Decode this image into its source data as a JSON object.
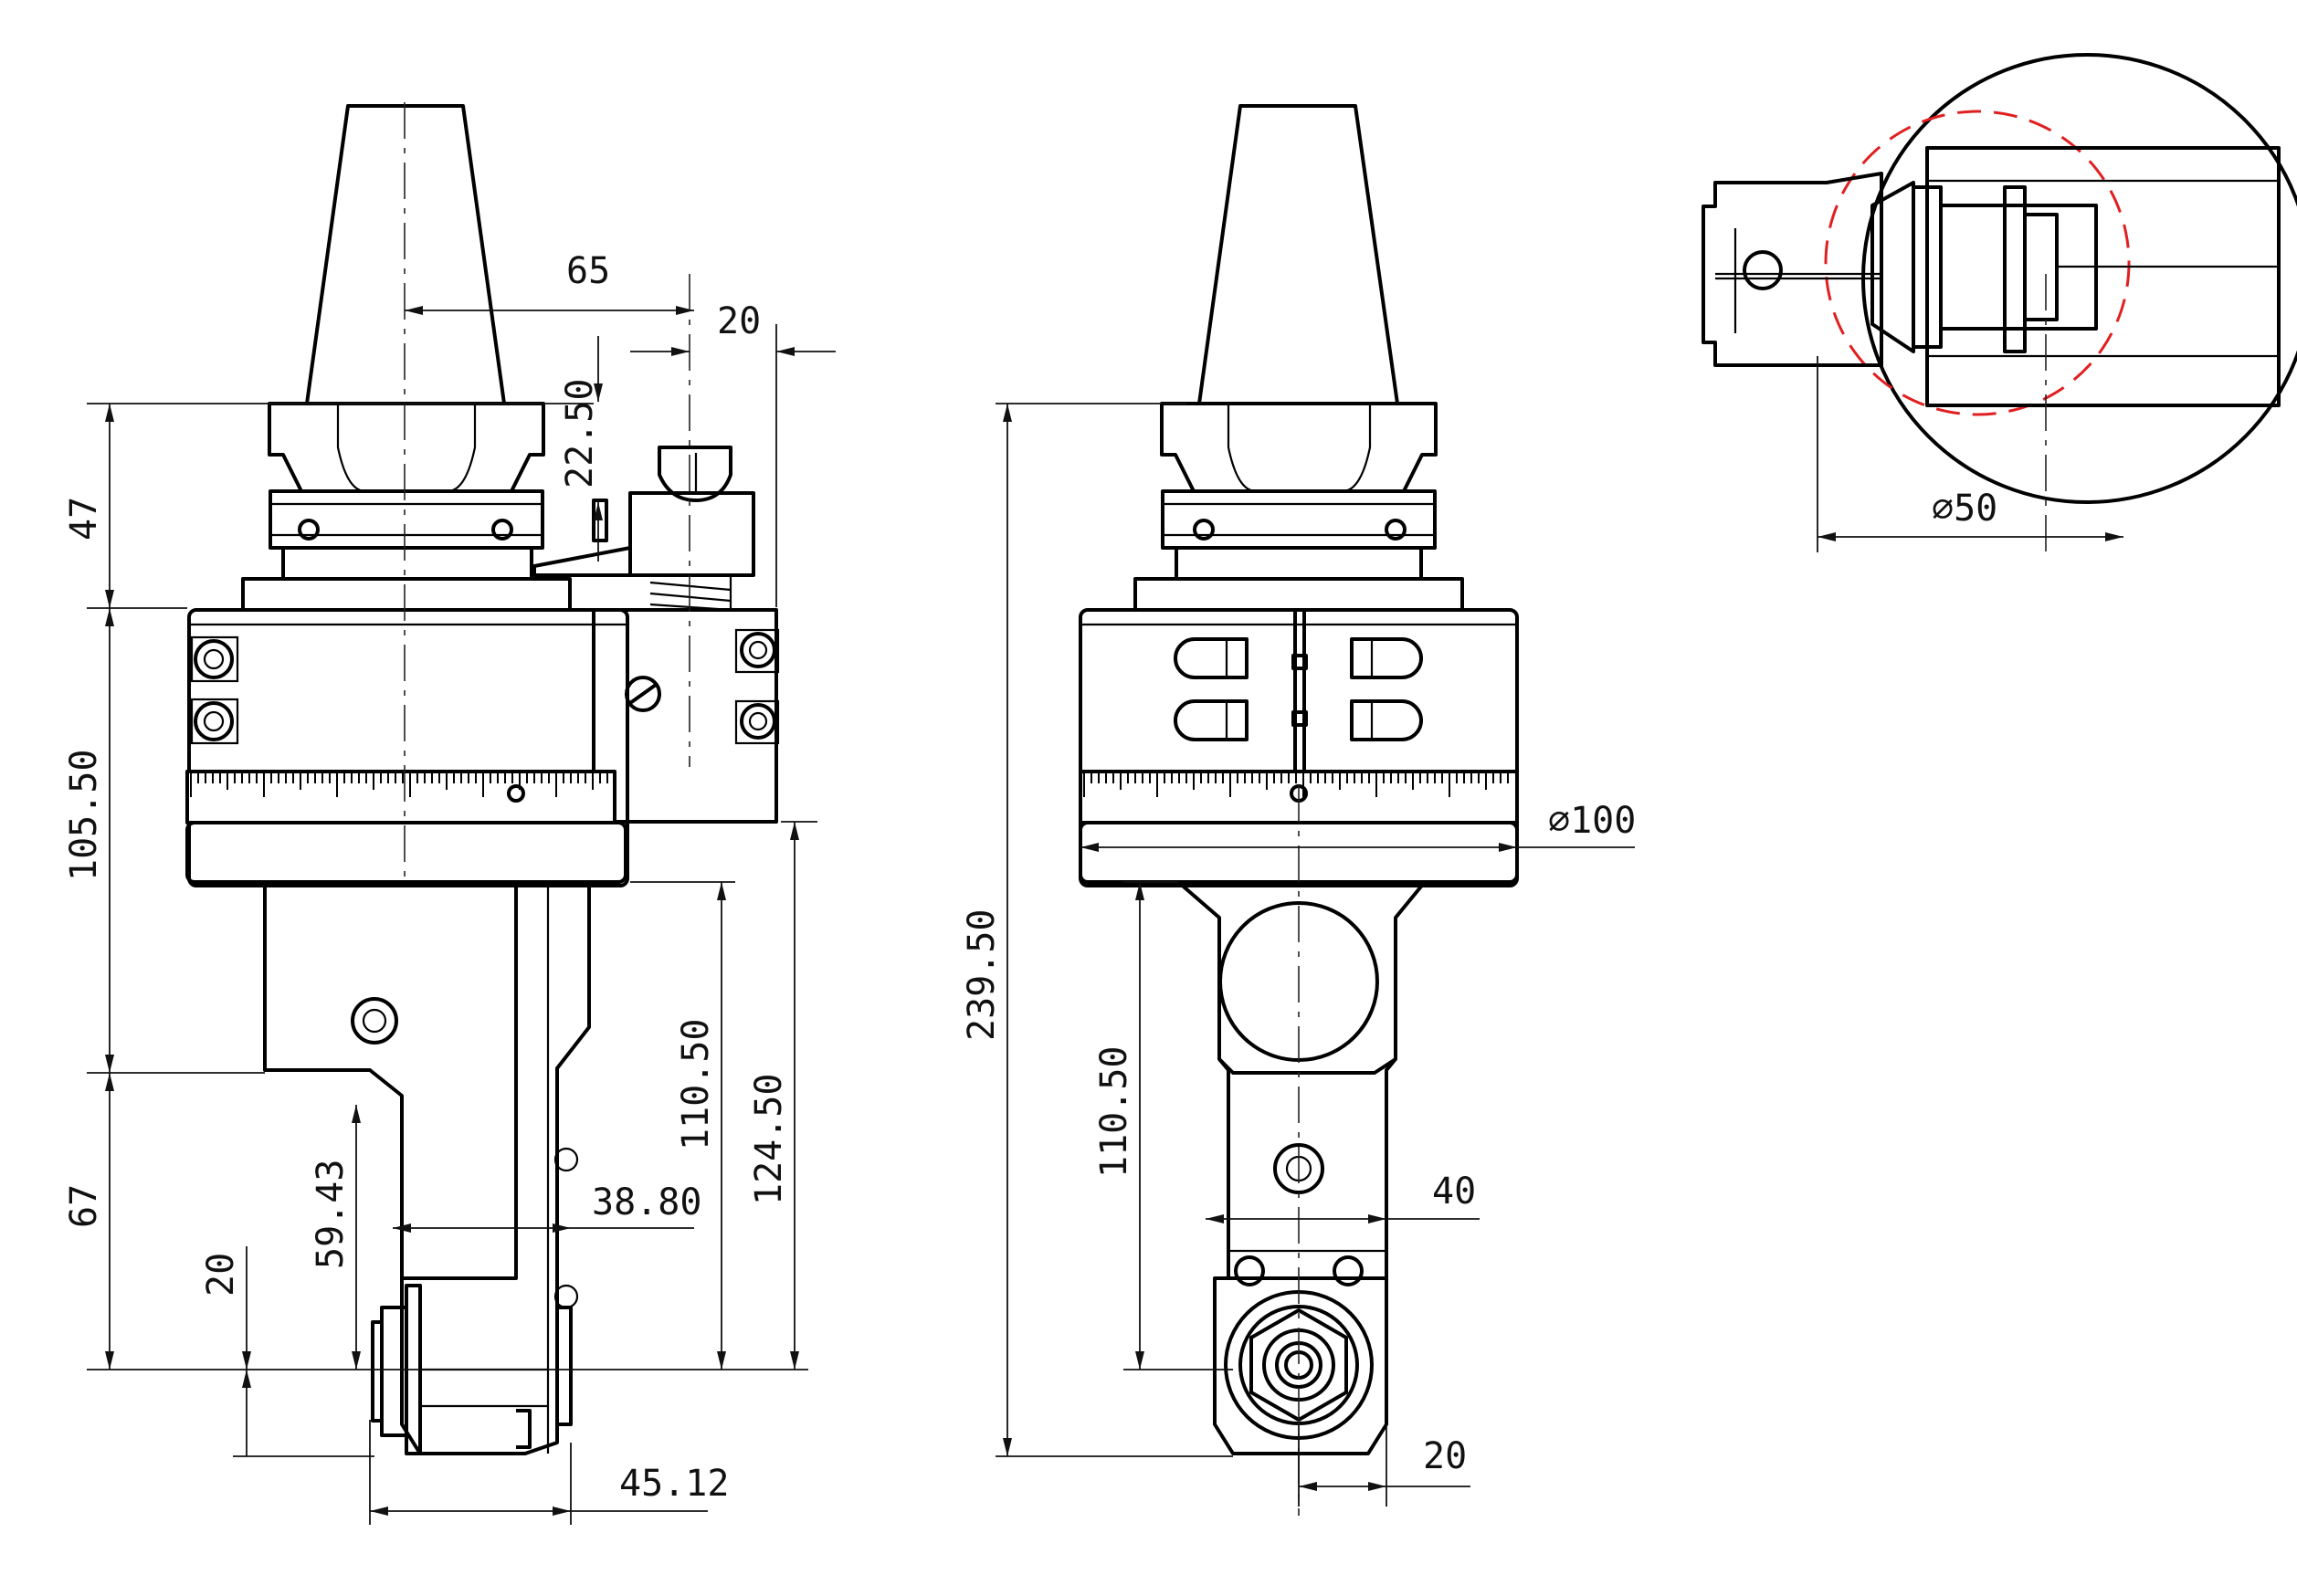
{
  "dimensions": {
    "d65": "65",
    "d20_top": "20",
    "d22_50": "22.50",
    "d47": "47",
    "d105_50": "105.50",
    "d67": "67",
    "d20_left": "20",
    "d59_43": "59.43",
    "d38_80": "38.80",
    "d110_50_side": "110.50",
    "d124_50": "124.50",
    "d45_12": "45.12",
    "d239_50": "239.50",
    "d110_50_front": "110.50",
    "dia100": "∅100",
    "d40": "40",
    "d20_front": "20",
    "dia50": "∅50"
  },
  "colors": {
    "line": "#000000",
    "dimension": "#111111",
    "detail_circle": "#e02020"
  }
}
